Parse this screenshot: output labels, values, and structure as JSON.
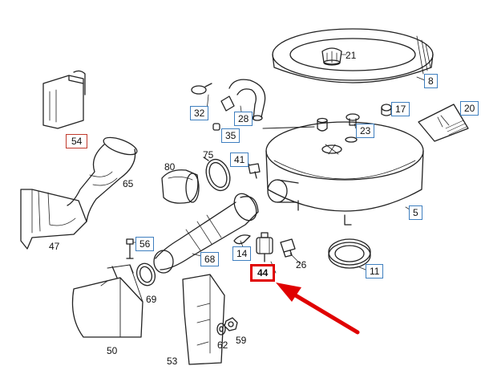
{
  "labels": {
    "p5": "5",
    "p8": "8",
    "p11": "11",
    "p14": "14",
    "p17": "17",
    "p20": "20",
    "p21": "21",
    "p23": "23",
    "p26": "26",
    "p28": "28",
    "p32": "32",
    "p35": "35",
    "p41": "41",
    "p44": "44",
    "p47": "47",
    "p50": "50",
    "p53": "53",
    "p54": "54",
    "p56": "56",
    "p59": "59",
    "p62": "62",
    "p65": "65",
    "p68": "68",
    "p69": "69",
    "p75": "75",
    "p80": "80"
  },
  "colors": {
    "label_box": "#3f7fbf",
    "highlight": "#e00000",
    "label_54_box": "#c0392b",
    "line_art": "#222222"
  },
  "highlighted_part": "44"
}
